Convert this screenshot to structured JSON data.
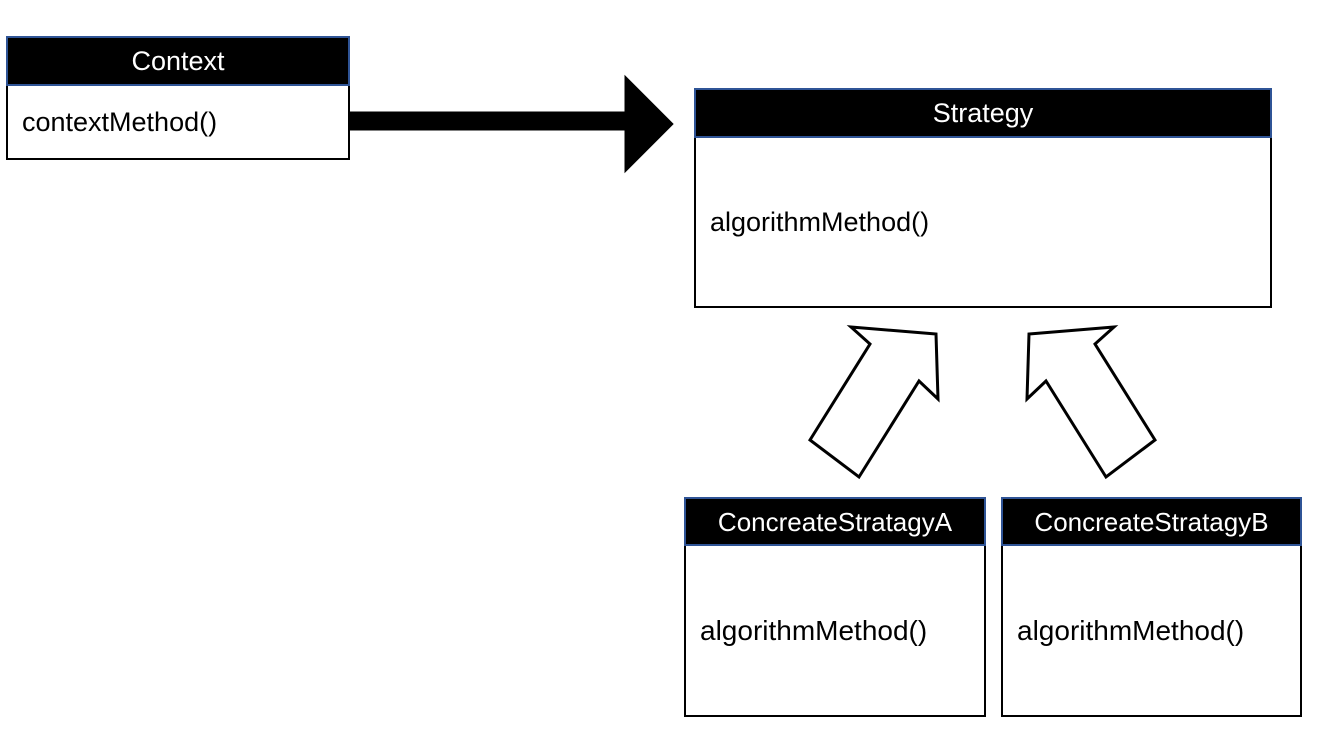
{
  "diagram": {
    "type": "uml-class-diagram",
    "pattern": "Strategy",
    "background_color": "#ffffff",
    "palette": {
      "header_fill": "#000000",
      "header_border": "#2f5496",
      "header_text": "#ffffff",
      "body_fill": "#ffffff",
      "body_border": "#000000",
      "body_text": "#000000",
      "solid_arrow": "#000000",
      "hollow_arrow_fill": "#ffffff",
      "hollow_arrow_stroke": "#000000"
    },
    "classes": [
      {
        "id": "context",
        "title": "Context",
        "members": [
          "contextMethod()"
        ]
      },
      {
        "id": "strategy",
        "title": "Strategy",
        "members": [
          "algorithmMethod()"
        ]
      },
      {
        "id": "concrete_a",
        "title": "ConcreateStratagyA",
        "members": [
          "algorithmMethod()"
        ]
      },
      {
        "id": "concrete_b",
        "title": "ConcreateStratagyB",
        "members": [
          "algorithmMethod()"
        ]
      }
    ],
    "connectors": [
      {
        "id": "context-to-strategy",
        "kind": "association",
        "style": "solid-filled-arrow",
        "from": "context",
        "to": "strategy",
        "label": ""
      },
      {
        "id": "concrete-a-to-strategy",
        "kind": "generalization",
        "style": "hollow-block-arrow",
        "from": "concrete_a",
        "to": "strategy",
        "label": ""
      },
      {
        "id": "concrete-b-to-strategy",
        "kind": "generalization",
        "style": "hollow-block-arrow",
        "from": "concrete_b",
        "to": "strategy",
        "label": ""
      }
    ]
  }
}
